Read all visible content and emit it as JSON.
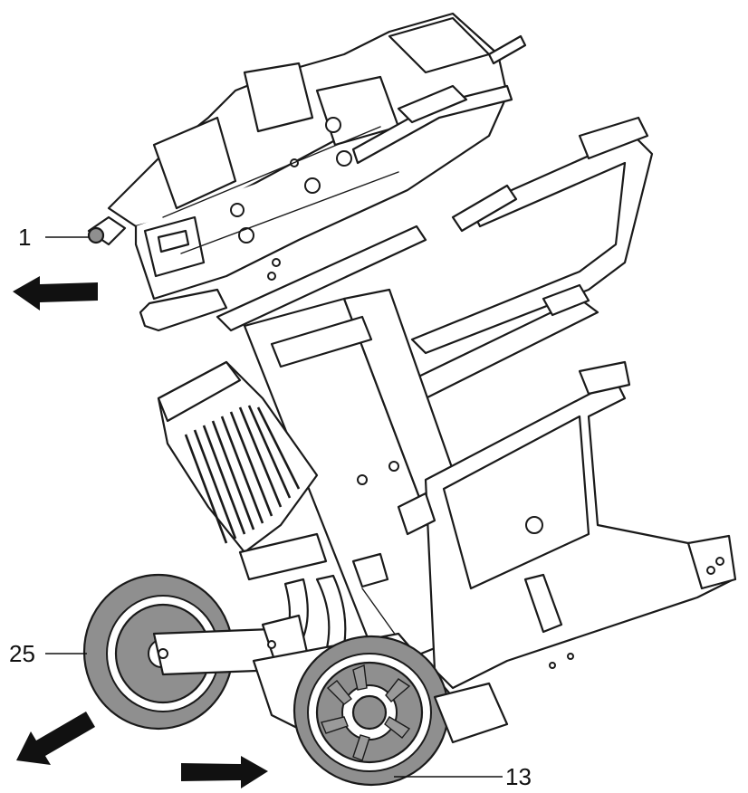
{
  "callouts": [
    {
      "id": "callout-1",
      "label": "1"
    },
    {
      "id": "callout-25",
      "label": "25"
    },
    {
      "id": "callout-13",
      "label": "13"
    }
  ],
  "colors": {
    "line": "#1a1a1a",
    "tire": "#8f8f8f",
    "arrow": "#111111"
  },
  "icons": {
    "arrow": "filled-block-arrow"
  }
}
